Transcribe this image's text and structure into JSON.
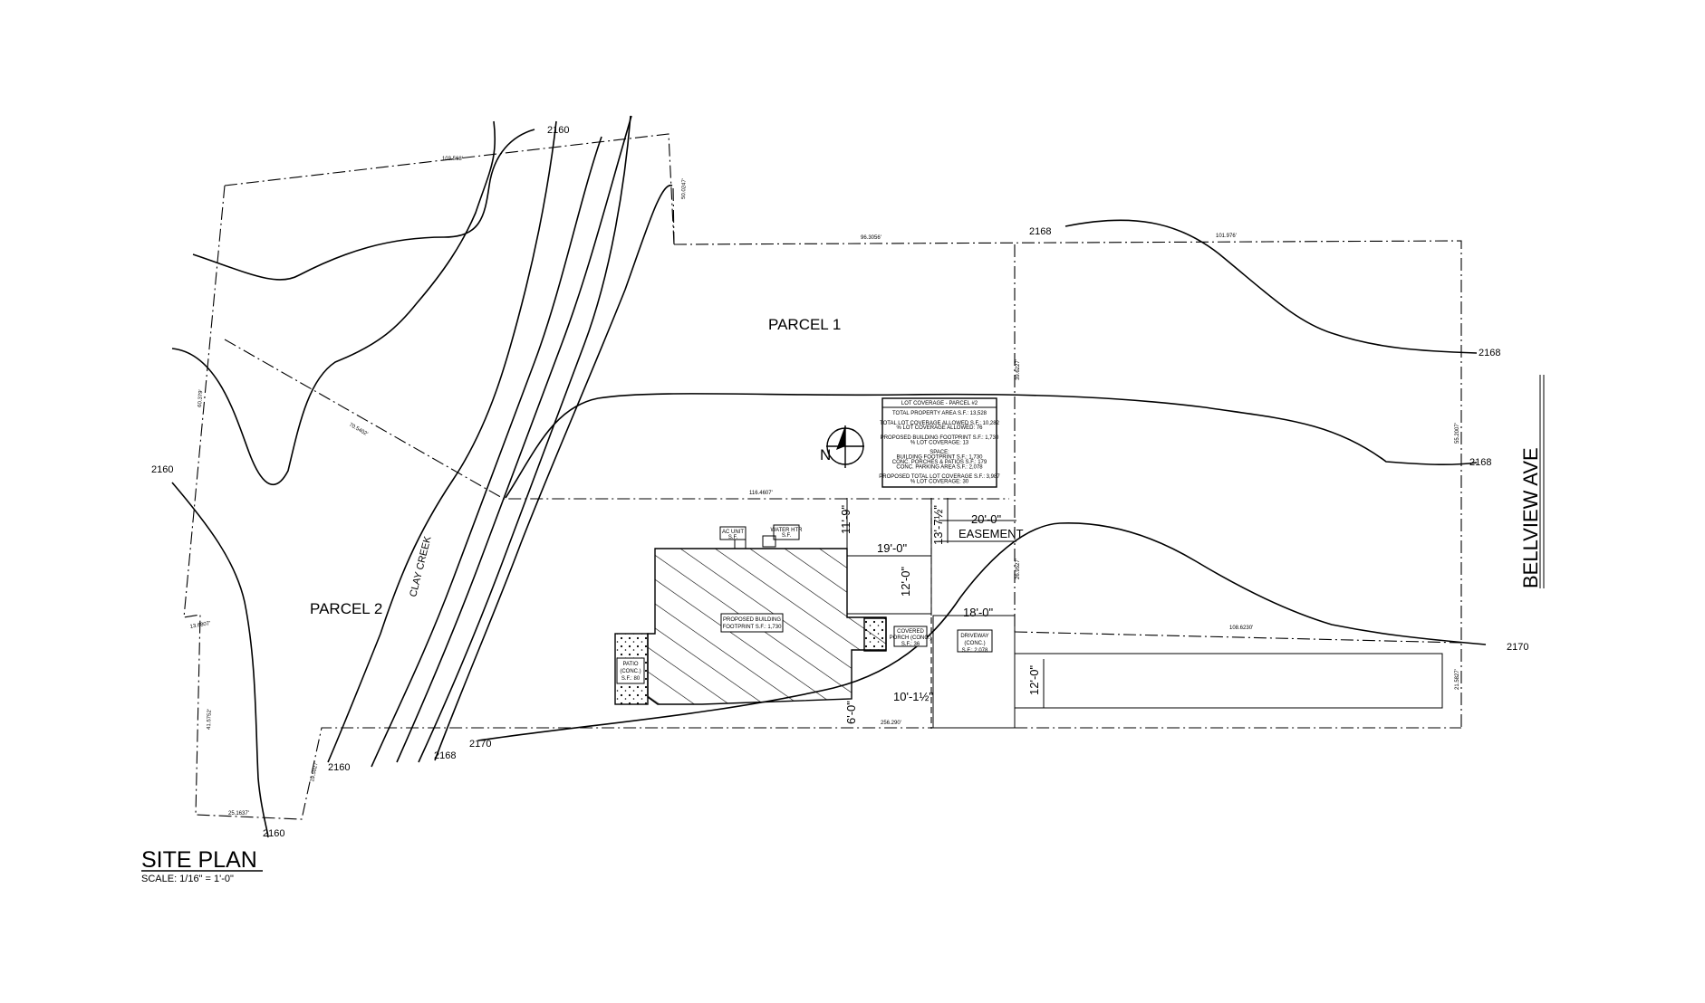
{
  "drawing": {
    "title": "SITE PLAN",
    "scale": "SCALE: 1/16\" = 1'-0\"",
    "street": "BELLVIEW AVE",
    "parcel1": "PARCEL 1",
    "parcel2": "PARCEL 2",
    "creek": "CLAY CREEK",
    "easement": "EASEMENT",
    "north": "N"
  },
  "contours": {
    "c2160_top": "2160",
    "c2160_left": "2160",
    "c2160_bottom_a": "2160",
    "c2160_bottom_b": "2160",
    "c2168_top": "2168",
    "c2168_right_a": "2168",
    "c2168_right_b": "2168",
    "c2168_bottom": "2168",
    "c2170_bottom": "2170",
    "c2170_right": "2170"
  },
  "dimensions": {
    "d11_9": "11'-9\"",
    "d13_7": "13'-7½\"",
    "d20_0": "20'-0\"",
    "d19_0": "19'-0\"",
    "d12_0_a": "12'-0\"",
    "d18_0": "18'-0\"",
    "d12_0_b": "12'-0\"",
    "d10_1": "10'-1½\"",
    "d6_0": "6'-0\""
  },
  "property_lines": {
    "p_top_left": "103.568'",
    "p_top_mid": "96.3056'",
    "p_top_right": "101.976'",
    "p_left_upper": "60.379'",
    "p_diag": "70.5402'",
    "p_mid": "116.4607'",
    "p_bottom": "256.290'",
    "p_right_lower": "108.6230'",
    "p_left_lower1": "13.6807'",
    "p_left_lower2": "41.5752'",
    "p_left_lower3": "19.5027'",
    "p_left_bottom": "25.1637'",
    "p_mid_vert": "39.6227'",
    "p_vert_lower": "26.9527'",
    "p_right_vert": "55.2007'",
    "p_right_bot": "21.5827'",
    "p_ne": "50.0247'"
  },
  "labels": {
    "building": [
      "PROPOSED BUILDING",
      "FOOTPRINT S.F.: 1,730"
    ],
    "patio": [
      "PATIO",
      "(CONC.)",
      "S.F.: 80"
    ],
    "porch": [
      "COVERED",
      "PORCH (CONC.)",
      "S.F.: 36"
    ],
    "driveway": [
      "DRIVEWAY",
      "(CONC.)",
      "S.F.: 2,078"
    ],
    "ac_unit": [
      "AC UNIT",
      "S.F."
    ],
    "water_heater": [
      "WATER HTR",
      "S.F."
    ]
  },
  "coverage": {
    "heading": "LOT COVERAGE - PARCEL #2",
    "lines": [
      "TOTAL PROPERTY AREA S.F.: 13,528",
      "",
      "TOTAL LOT COVERAGE ALLOWED S.F.: 10,282",
      "% LOT COVERAGE ALLOWED: 76",
      "",
      "PROPOSED BUILDING FOOTPRINT S.F.: 1,730",
      "% LOT COVERAGE: 13",
      "",
      "SPACE:",
      "BUILDING FOOTPRINT S.F.: 1,730",
      "CONC. PORCHES & PATIOS S.F.: 179",
      "CONC. PARKING AREA S.F.: 2,078",
      "",
      "PROPOSED TOTAL LOT COVERAGE S.F.: 3,987",
      "% LOT COVERAGE: 30"
    ]
  }
}
